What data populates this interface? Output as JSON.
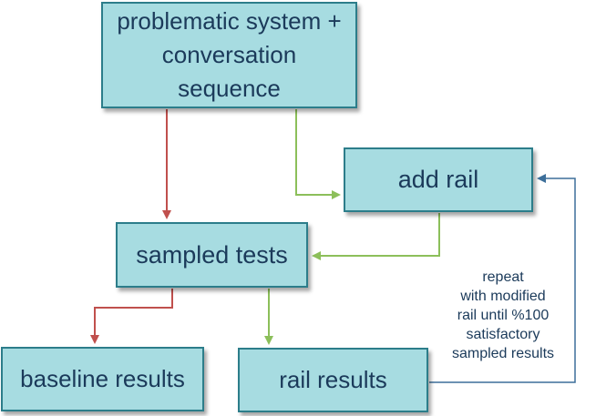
{
  "nodes": {
    "problematic_system": {
      "label_line1": "problematic system +",
      "label_line2": "conversation",
      "label_line3": "sequence"
    },
    "add_rail": {
      "label": "add rail"
    },
    "sampled_tests": {
      "label": "sampled tests"
    },
    "baseline_results": {
      "label": "baseline results"
    },
    "rail_results": {
      "label": "rail results"
    }
  },
  "loop_note": {
    "line1": "repeat",
    "line2": "with modified",
    "line3": "rail until %100",
    "line4": "satisfactory",
    "line5": "sampled results"
  },
  "colors": {
    "box_fill": "#a7dce1",
    "box_border": "#2c7d8a",
    "text": "#1b3a5a",
    "red_arrow": "#c0504d",
    "green_arrow": "#8cbf5a",
    "blue_arrow": "#3d6f9a"
  }
}
